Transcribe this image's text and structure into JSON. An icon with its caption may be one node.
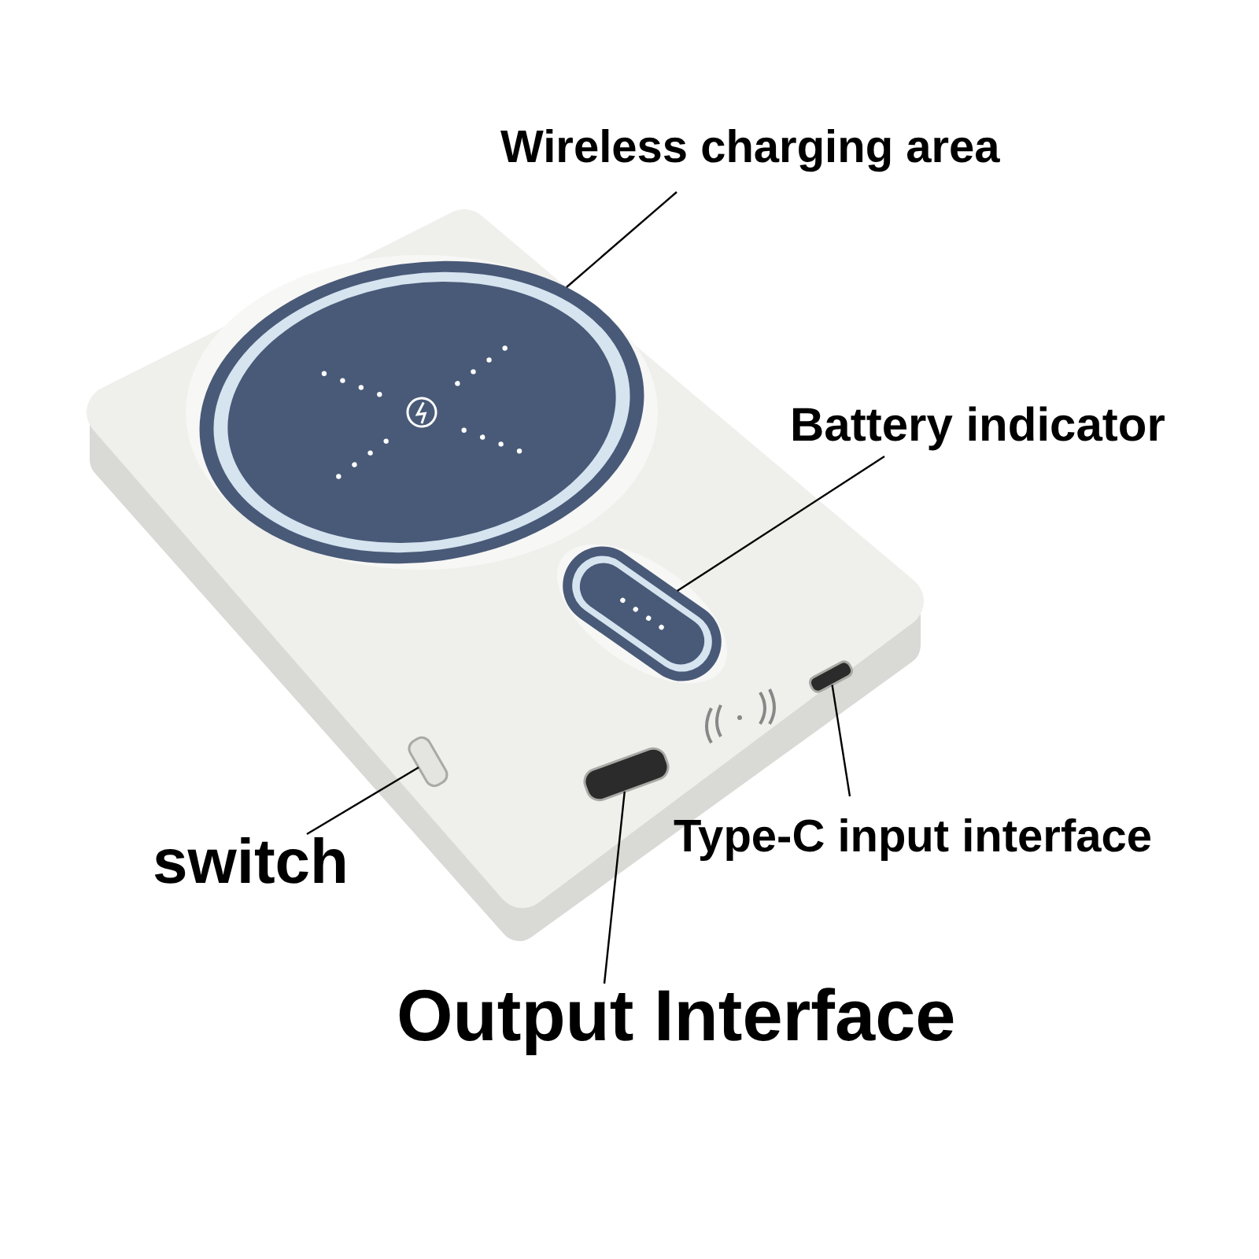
{
  "diagram": {
    "nodes": [
      {
        "text": [
          "Wireless charging area"
        ]
      },
      {
        "text": [
          "Battery indicator"
        ]
      },
      {
        "text": [
          "switch"
        ]
      },
      {
        "text": [
          "Type-C input interface"
        ]
      },
      {
        "text": [
          "Output Interface"
        ]
      },
      {
        "text": [],
        "shape": "circle"
      },
      {
        "text": [],
        "shape": "box"
      },
      {
        "text": [],
        "shape": "box"
      },
      {
        "text": [],
        "shape": "box"
      },
      {
        "text": [],
        "shape": "box"
      }
    ],
    "edges": [
      {
        "from": 0,
        "to": 5,
        "arrow": "none"
      },
      {
        "from": 1,
        "to": 6,
        "arrow": "none"
      },
      {
        "from": 2,
        "to": 7,
        "arrow": "none"
      },
      {
        "from": 3,
        "to": 9,
        "arrow": "none"
      },
      {
        "from": 4,
        "to": 8,
        "arrow": "none"
      }
    ]
  }
}
